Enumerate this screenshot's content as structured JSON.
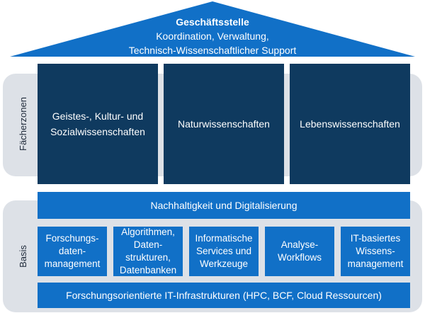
{
  "roof": {
    "title": "Geschäftsstelle",
    "line1": "Koordination, Verwaltung,",
    "line2": "Technisch-Wissenschaftlicher Support"
  },
  "sections": {
    "faecherzonen": "Fächerzonen",
    "basis": "Basis"
  },
  "pillars": [
    "Geistes-, Kultur- und\nSozialwissenschaften",
    "Naturwissenschaften",
    "Lebenswissenschaften"
  ],
  "bars": {
    "top": "Nachhaltigkeit und Digitalisierung",
    "bottom": "Forschungsorientierte IT-Infrastrukturen (HPC, BCF, Cloud Ressourcen)"
  },
  "boxes": [
    "Forschungs-\ndaten-\nmanagement",
    "Algorithmen,\nDaten-\nstrukturen,\nDatenbanken",
    "Informatische\nServices und\nWerkzeuge",
    "Analyse-\nWorkflows",
    "IT-basiertes\nWissens-\nmanagement"
  ],
  "colors": {
    "roof": "#1170c7",
    "pillar": "#0f3a5f",
    "base": "#1170c7",
    "band": "#dde1e7"
  }
}
